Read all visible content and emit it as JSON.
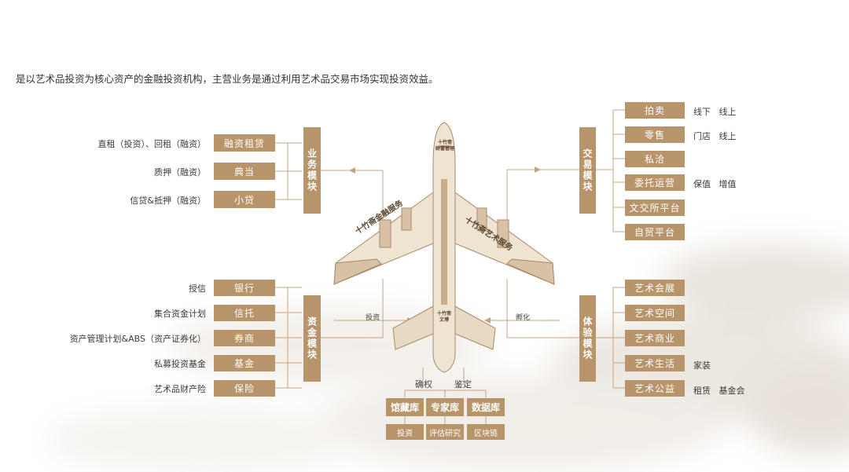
{
  "headline": "是以艺术品投资为核心资产的金融投资机构，主营业务是通过利用艺术品交易市场实现投资效益。",
  "plane": {
    "nose_label": "十竹斋\n财富管理",
    "left_wing_label": "十竹斋金融服务",
    "right_wing_label": "十竹斋艺术服务",
    "tail_label": "十竹斋\n文博",
    "arrow_left_label": "投资",
    "arrow_right_label": "孵化"
  },
  "business_module": {
    "title": "业务模块",
    "items": [
      {
        "box": "融资租赁",
        "label": "直租（投资）、回租（融资）"
      },
      {
        "box": "典当",
        "label": "质押（融资）"
      },
      {
        "box": "小贷",
        "label": "信贷&抵押（融资）"
      }
    ]
  },
  "capital_module": {
    "title": "资金模块",
    "items": [
      {
        "box": "银行",
        "label": "授信"
      },
      {
        "box": "信托",
        "label": "集合资金计划"
      },
      {
        "box": "券商",
        "label": "资产管理计划&ABS（资产证券化）"
      },
      {
        "box": "基金",
        "label": "私募投资基金"
      },
      {
        "box": "保险",
        "label": "艺术品财产险"
      }
    ]
  },
  "trade_module": {
    "title": "交易模块",
    "items": [
      {
        "box": "拍卖",
        "label": "线下   线上"
      },
      {
        "box": "零售",
        "label": "门店   线上"
      },
      {
        "box": "私洽",
        "label": ""
      },
      {
        "box": "委托运营",
        "label": "保值   增值"
      },
      {
        "box": "文交所平台",
        "label": ""
      },
      {
        "box": "自贸平台",
        "label": ""
      }
    ]
  },
  "experience_module": {
    "title": "体验模块",
    "items": [
      {
        "box": "艺术会展",
        "label": ""
      },
      {
        "box": "艺术空间",
        "label": ""
      },
      {
        "box": "艺术商业",
        "label": ""
      },
      {
        "box": "艺术生活",
        "label": "家装"
      },
      {
        "box": "艺术公益",
        "label": "租赁   基金会"
      }
    ]
  },
  "bottom": {
    "confirm_label": "确权",
    "appraise_label": "鉴定",
    "libraries": [
      "馆藏库",
      "专家库",
      "数据库"
    ],
    "subs": [
      "投资",
      "评估研究",
      "区块链"
    ]
  },
  "colors": {
    "accent": "#b8946a",
    "plane_fill": "#efe3d2",
    "plane_stroke": "#a8896a",
    "line": "#c4a583"
  }
}
